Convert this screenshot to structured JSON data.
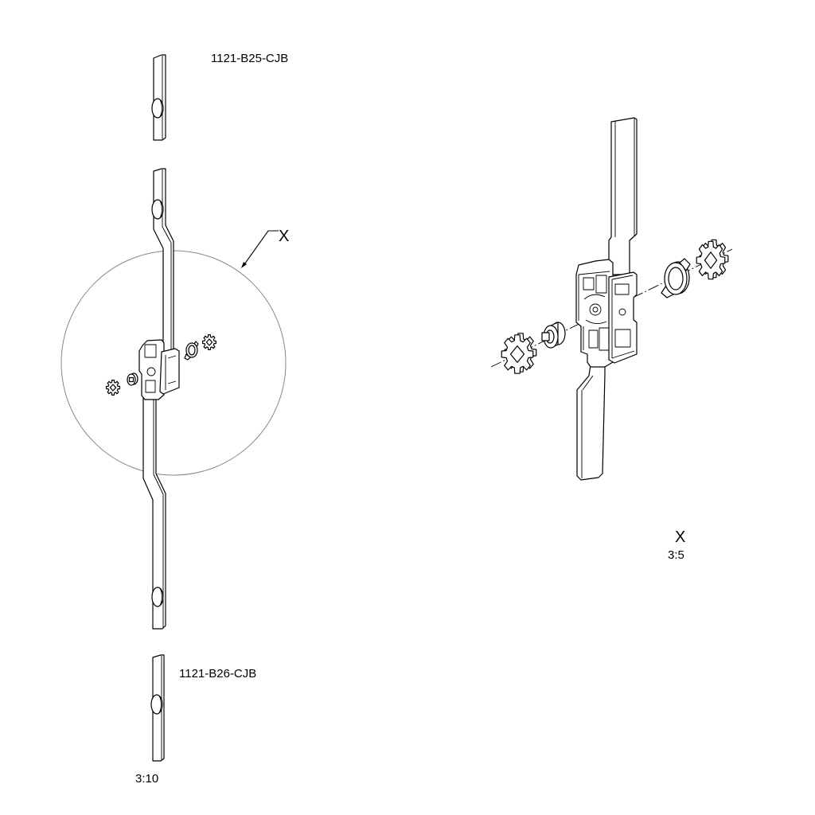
{
  "drawing": {
    "line_color": "#000000",
    "circle_color": "#888888",
    "background": "#ffffff"
  },
  "overview": {
    "top_part_label": "1121-B25-CJB",
    "bottom_part_label": "1121-B26-CJB",
    "callout_label": "X",
    "scale": "3:10"
  },
  "detail": {
    "label": "X",
    "scale": "3:5"
  }
}
